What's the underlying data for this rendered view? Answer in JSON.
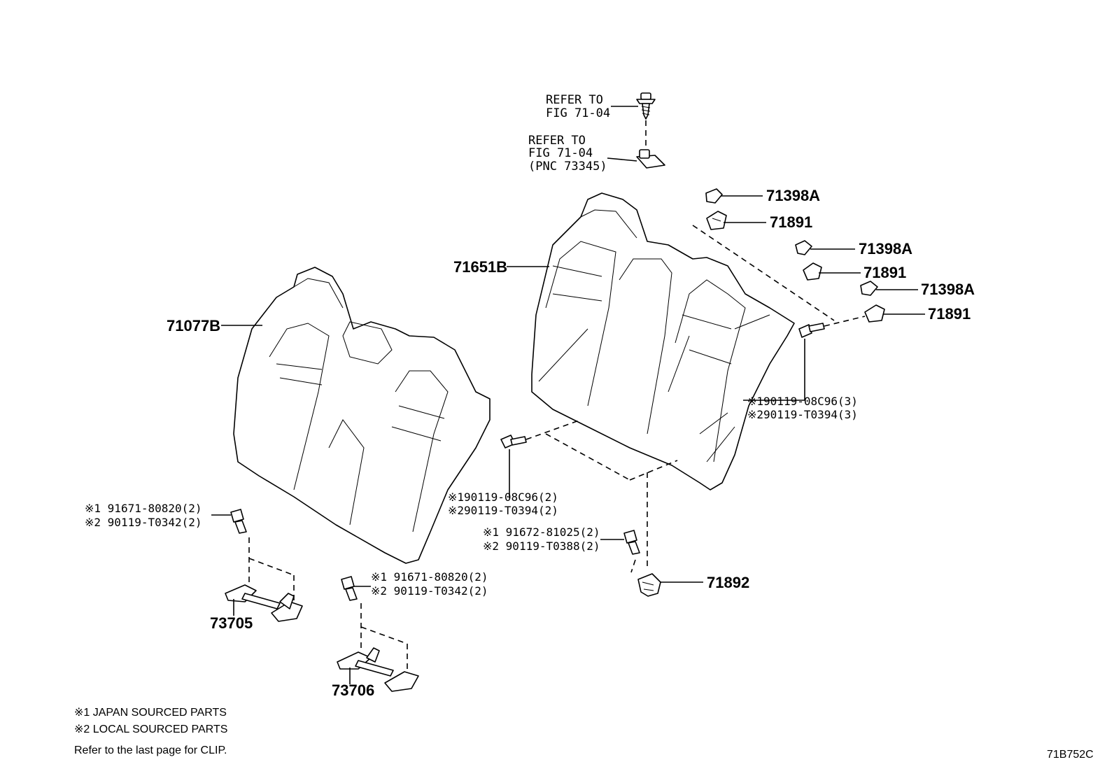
{
  "refs": {
    "refer1_line1": "REFER TO",
    "refer1_line2": "FIG 71-04",
    "refer2_line1": "REFER TO",
    "refer2_line2": "FIG 71-04",
    "refer2_line3": "(PNC 73345)"
  },
  "parts": {
    "p71398A_1": "71398A",
    "p71891_1": "71891",
    "p71398A_2": "71398A",
    "p71891_2": "71891",
    "p71398A_3": "71398A",
    "p71891_3": "71891",
    "p71651B": "71651B",
    "p71077B": "71077B",
    "p71892": "71892",
    "p73705": "73705",
    "p73706": "73706"
  },
  "bolts": {
    "right_1": "※190119-08C96(3)",
    "right_2": "※290119-T0394(3)",
    "center_1": "※190119-08C96(2)",
    "center_2": "※290119-T0394(2)",
    "lower_1": "※1 91672-81025(2)",
    "lower_2": "※2 90119-T0388(2)",
    "left_1": "※1 91671-80820(2)",
    "left_2": "※2 90119-T0342(2)",
    "mid_1": "※1 91671-80820(2)",
    "mid_2": "※2 90119-T0342(2)"
  },
  "notes": {
    "japan": "※1 JAPAN SOURCED PARTS",
    "local": "※2 LOCAL SOURCED PARTS",
    "clip": "Refer to the last page for CLIP."
  },
  "figure_code": "71B752C"
}
